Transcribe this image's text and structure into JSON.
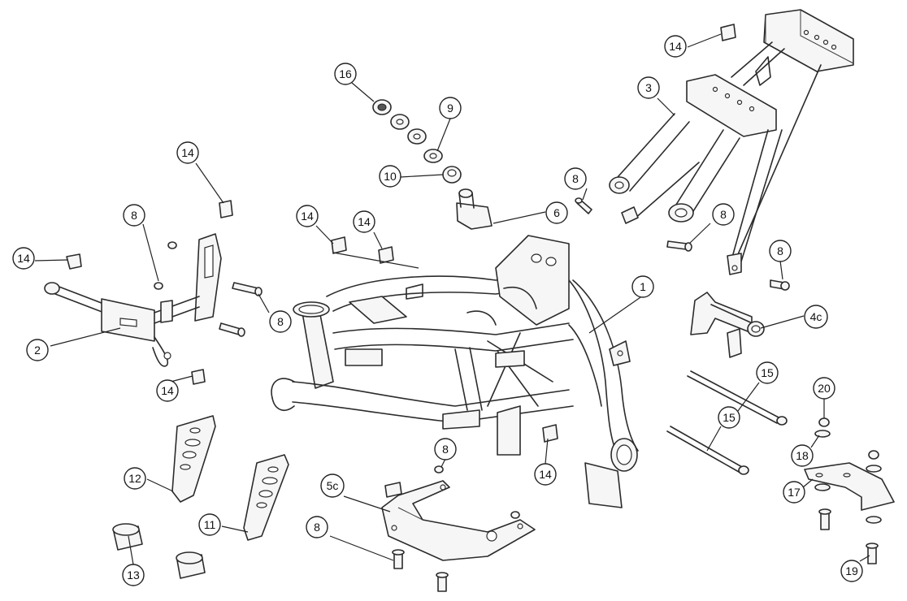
{
  "diagram": {
    "labels": [
      "1",
      "2",
      "3",
      "4c",
      "5c",
      "6",
      "8",
      "9",
      "10",
      "11",
      "12",
      "13",
      "14",
      "15",
      "16",
      "17",
      "18",
      "19",
      "20"
    ]
  }
}
